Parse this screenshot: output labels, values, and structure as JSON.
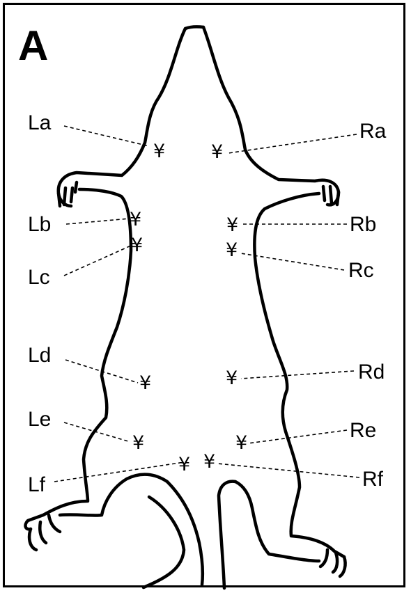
{
  "panel_letter": "A",
  "marker_symbol": "¥",
  "sites": {
    "La": "La",
    "Lb": "Lb",
    "Lc": "Lc",
    "Ld": "Ld",
    "Le": "Le",
    "Lf": "Lf",
    "Ra": "Ra",
    "Rb": "Rb",
    "Rc": "Rc",
    "Rd": "Rd",
    "Re": "Re",
    "Rf": "Rf"
  }
}
